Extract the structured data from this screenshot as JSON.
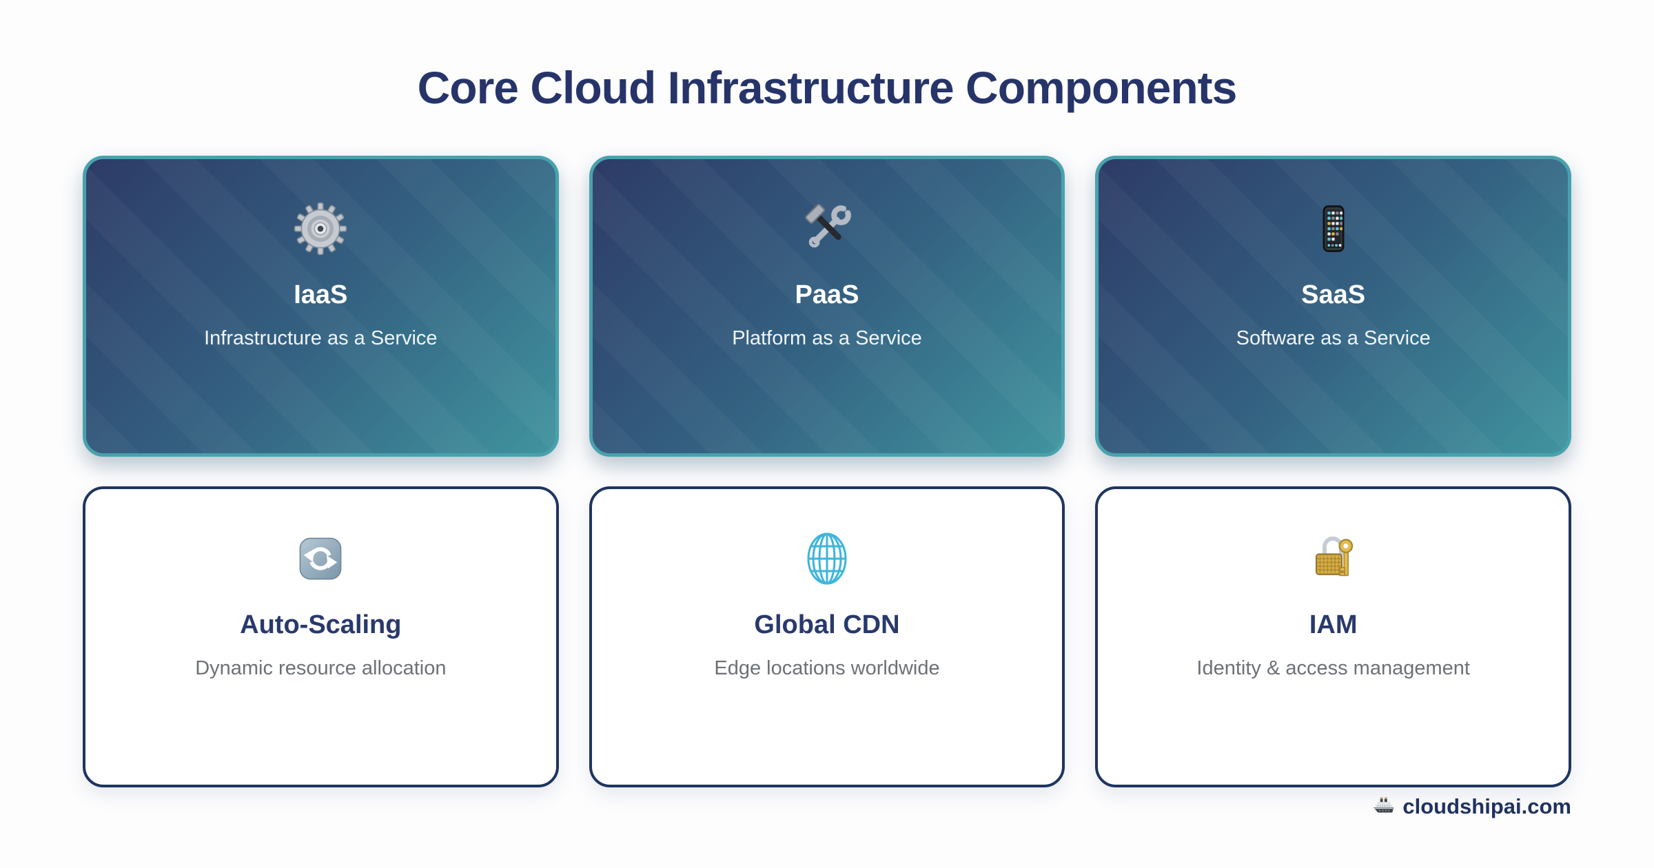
{
  "page": {
    "title": "Core Cloud Infrastructure Components",
    "background": "#fdfdfe"
  },
  "colors": {
    "title_navy": "#263469",
    "card_border_teal": "#48a2ad",
    "card_gradient_start": "#2d3b66",
    "card_gradient_end": "#40949f",
    "outline_card_border_navy": "#1f3560",
    "outline_title_navy": "#29396d",
    "outline_subtitle_gray": "#6d7176",
    "footer_navy": "#20325f"
  },
  "cards": [
    {
      "id": "iaas",
      "icon": "gear-icon",
      "title": "IaaS",
      "subtitle": "Infrastructure as a Service",
      "style": "gradient"
    },
    {
      "id": "paas",
      "icon": "hammer-wrench-icon",
      "title": "PaaS",
      "subtitle": "Platform as a Service",
      "style": "gradient"
    },
    {
      "id": "saas",
      "icon": "mobile-phone-icon",
      "title": "SaaS",
      "subtitle": "Software as a Service",
      "style": "gradient"
    },
    {
      "id": "auto-scaling",
      "icon": "counterclockwise-arrows-icon",
      "title": "Auto-Scaling",
      "subtitle": "Dynamic resource allocation",
      "style": "outline"
    },
    {
      "id": "global-cdn",
      "icon": "globe-icon",
      "title": "Global CDN",
      "subtitle": "Edge locations worldwide",
      "style": "outline"
    },
    {
      "id": "iam",
      "icon": "lock-key-icon",
      "title": "IAM",
      "subtitle": "Identity & access management",
      "style": "outline"
    }
  ],
  "footer": {
    "icon": "ship-icon",
    "text": "cloudshipai.com"
  }
}
